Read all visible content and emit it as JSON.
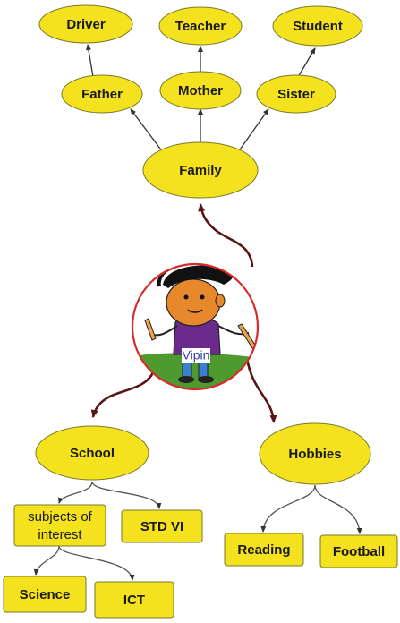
{
  "center": {
    "name": "Vipin"
  },
  "family": {
    "label": "Family",
    "members": [
      {
        "label": "Father",
        "job": "Driver"
      },
      {
        "label": "Mother",
        "job": "Teacher"
      },
      {
        "label": "Sister",
        "job": "Student"
      }
    ]
  },
  "school": {
    "label": "School",
    "subjects_label_line1": "subjects of",
    "subjects_label_line2": "interest",
    "class_label": "STD VI",
    "subjects": [
      "Science",
      "ICT"
    ]
  },
  "hobbies": {
    "label": "Hobbies",
    "items": [
      "Reading",
      "Football"
    ]
  },
  "colors": {
    "node_fill": "#f5e21f",
    "node_stroke": "#7a7a2a",
    "thin_edge": "#333333",
    "thick_edge": "#5a1414",
    "center_ring": "#d62b2b"
  }
}
